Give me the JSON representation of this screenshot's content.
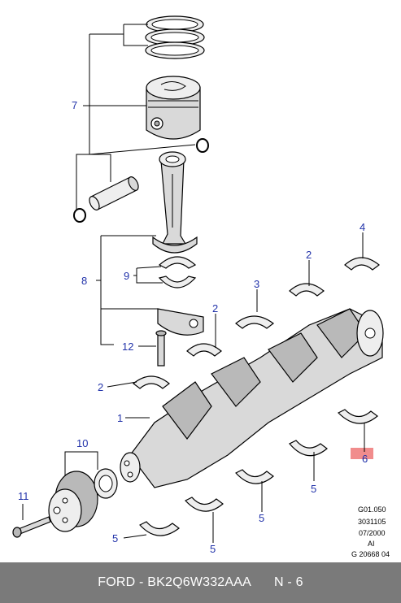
{
  "callouts": {
    "c7": "7",
    "c8": "8",
    "c9": "9",
    "c12": "12",
    "c2a": "2",
    "c2b": "2",
    "c2c": "2",
    "c1": "1",
    "c3": "3",
    "c4": "4",
    "c6": "6",
    "c10": "10",
    "c11": "11",
    "c5a": "5",
    "c5b": "5",
    "c5c": "5",
    "c5d": "5"
  },
  "reference_block": {
    "line1": "G01.050",
    "line2": "3031105",
    "line3": "07/2000",
    "line4": "AI",
    "line5": "G 20668 04"
  },
  "footer": {
    "part_number": "FORD - BK2Q6W332AAA",
    "page": "N - 6"
  },
  "colors": {
    "callout_text": "#2233aa",
    "highlight": "#f08080",
    "footer_bg": "#7a7a7a"
  }
}
